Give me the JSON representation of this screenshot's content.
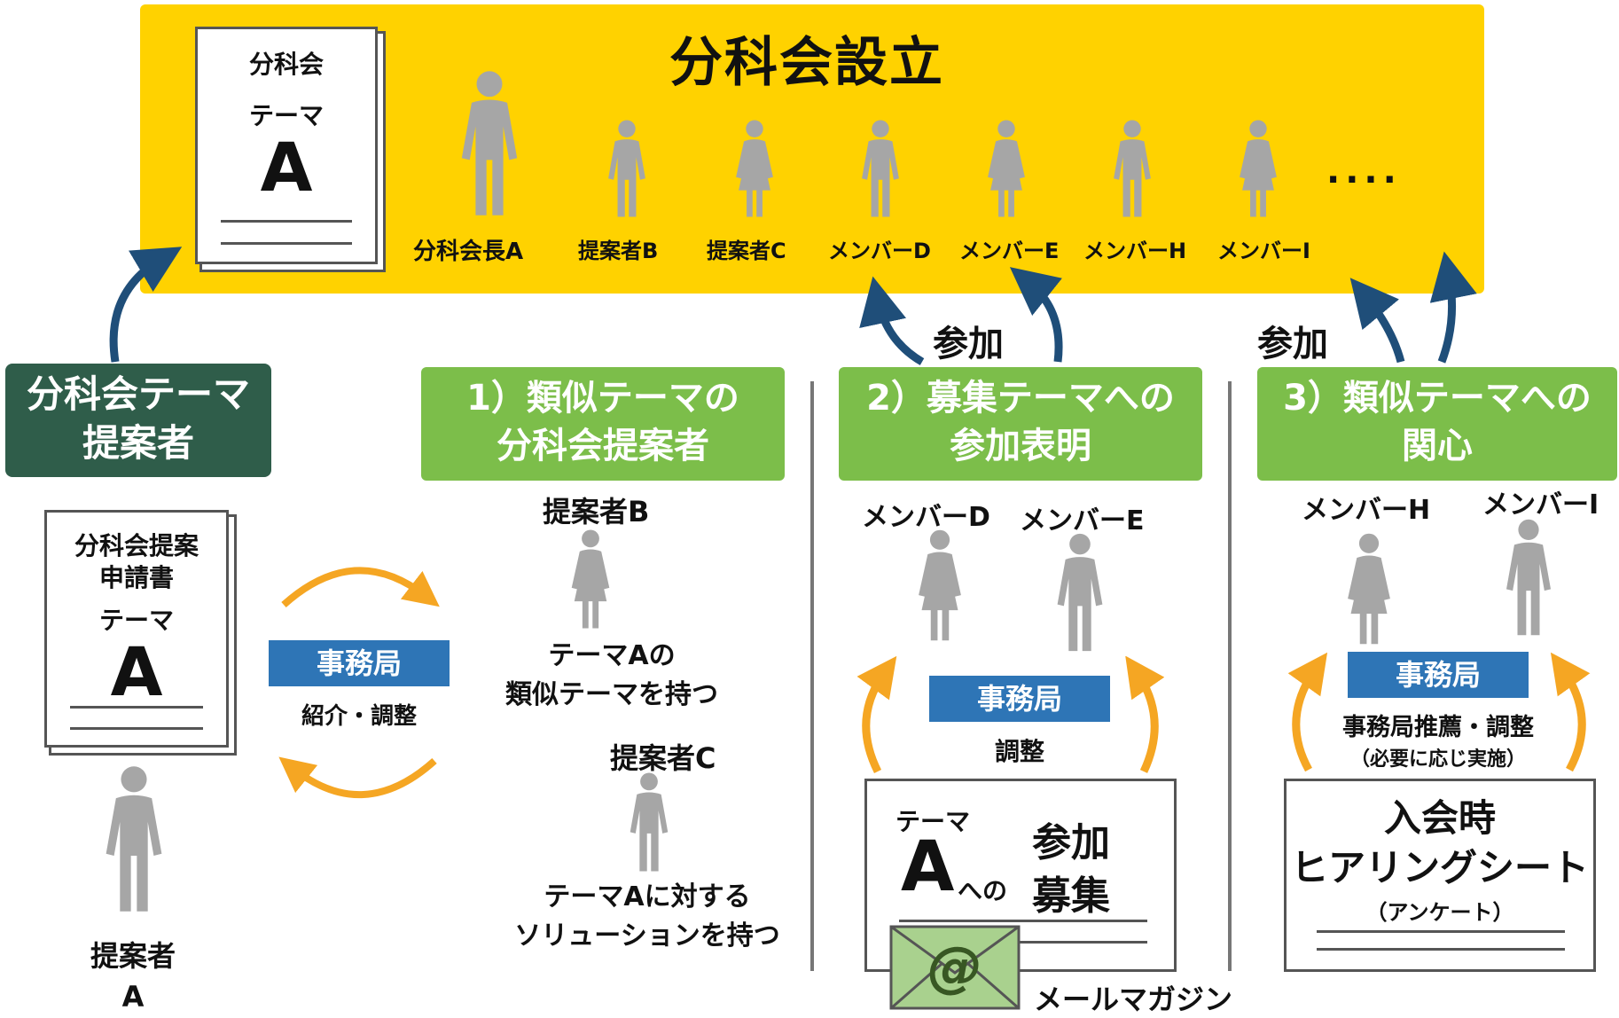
{
  "title": "分科会設立",
  "theme_doc": {
    "line1": "分科会",
    "line2": "テーマ",
    "letter": "A"
  },
  "members": [
    {
      "label": "分科会長A"
    },
    {
      "label": "提案者B"
    },
    {
      "label": "提案者C"
    },
    {
      "label": "メンバーD"
    },
    {
      "label": "メンバーE"
    },
    {
      "label": "メンバーH"
    },
    {
      "label": "メンバーI"
    }
  ],
  "ellipsis": "....",
  "join_label": "参加",
  "boxes": {
    "proposer": "分科会テーマ\n提案者",
    "similar": "1）類似テーマの\n分科会提案者",
    "recruit": "2）募集テーマへの\n参加表明",
    "interest": "3）類似テーマへの\n関心"
  },
  "application_doc": {
    "line1": "分科会提案",
    "line2": "申請書",
    "line3": "テーマ",
    "letter": "A"
  },
  "proposer_label": "提案者\nA",
  "secretariat": "事務局",
  "intro_label": "紹介・調整",
  "similar_section": {
    "b_label": "提案者B",
    "b_desc": "テーマAの\n類似テーマを持つ",
    "c_label": "提案者C",
    "c_desc": "テーマAに対する\nソリューションを持つ"
  },
  "recruit_section": {
    "d_label": "メンバーD",
    "e_label": "メンバーE",
    "adjust": "調整",
    "doc_theme": "テーマ",
    "doc_letter": "A",
    "doc_to": "への",
    "doc_right": "参加\n募集",
    "mail_label": "メールマガジン"
  },
  "interest_section": {
    "h_label": "メンバーH",
    "i_label": "メンバーI",
    "recommend": "事務局推薦・調整",
    "note": "（必要に応じ実施）",
    "sheet_title": "入会時\nヒアリングシート",
    "sheet_sub": "（アンケート）"
  },
  "colors": {
    "yellow": "#FFD200",
    "dark_green": "#2F5D4A",
    "green": "#7CBE4A",
    "blue": "#2E75B6",
    "arrow_blue": "#1F4E79",
    "orange": "#F5A623",
    "person": "#A6A6A6"
  }
}
